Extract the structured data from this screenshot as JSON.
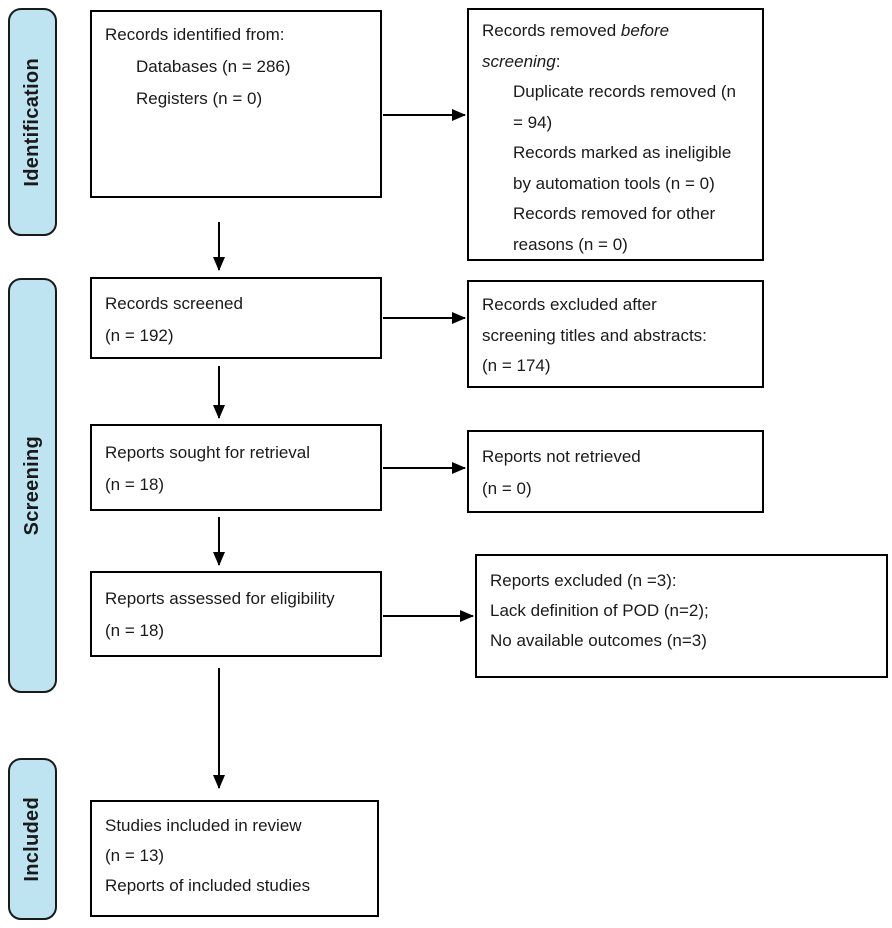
{
  "figure": {
    "kind": "PRISMA 2020 flow diagram"
  },
  "colors": {
    "stage_fill": "#BEE3F1",
    "stage_border": "#1a1a1a",
    "box_border": "#000000",
    "arrow": "#000000",
    "text": "#1a1a1a",
    "background": "#ffffff"
  },
  "stages": [
    {
      "label": "Identification"
    },
    {
      "label": "Screening"
    },
    {
      "label": "Included"
    }
  ],
  "boxes": {
    "identified": {
      "lines": [
        {
          "text": "Records identified from:"
        },
        {
          "text": "Databases (n = 286)"
        },
        {
          "text": "Registers (n = 0)"
        }
      ]
    },
    "removed": {
      "line1_pre": "Records removed ",
      "line1_italic": "before",
      "line2_italic": "screening",
      "line2_post": ":",
      "lines": [
        {
          "text": "Duplicate records removed (n"
        },
        {
          "text": "= 94)"
        },
        {
          "text": "Records marked as ineligible"
        },
        {
          "text": "by automation tools (n = 0)"
        },
        {
          "text": "Records removed for other"
        },
        {
          "text": "reasons (n = 0)"
        }
      ]
    },
    "screened": {
      "lines": [
        {
          "text": "Records screened"
        },
        {
          "text": "(n = 192)"
        }
      ]
    },
    "excluded_screening": {
      "lines": [
        {
          "text": "Records excluded after"
        },
        {
          "text": "screening titles and abstracts:"
        },
        {
          "text": "(n = 174)"
        }
      ]
    },
    "sought": {
      "lines": [
        {
          "text": "Reports sought for retrieval"
        },
        {
          "text": "(n = 18)"
        }
      ]
    },
    "not_retrieved": {
      "lines": [
        {
          "text": "Reports not retrieved"
        },
        {
          "text": "(n = 0)"
        }
      ]
    },
    "assessed": {
      "lines": [
        {
          "text": "Reports assessed for eligibility"
        },
        {
          "text": "(n = 18)"
        }
      ]
    },
    "excluded_reports": {
      "lines": [
        {
          "text": "Reports excluded (n =3):"
        },
        {
          "text": "Lack definition of POD (n=2);"
        },
        {
          "text": "No available outcomes (n=3)"
        }
      ]
    },
    "included": {
      "lines": [
        {
          "text": "Studies included in review"
        },
        {
          "text": "(n = 13)"
        },
        {
          "text": "Reports of included studies"
        }
      ]
    }
  }
}
